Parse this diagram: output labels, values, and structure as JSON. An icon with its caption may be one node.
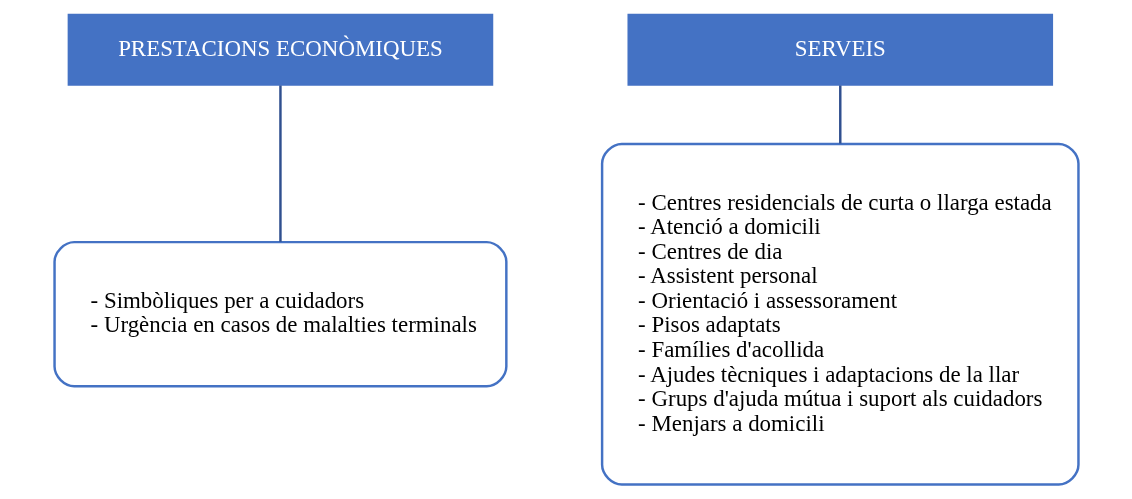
{
  "diagram": {
    "nodes": [
      {
        "text": [
          "PRESTACIONS ECONÒMIQUES"
        ]
      },
      {
        "text": [
          "- Simbòliques per a cuidadors",
          "- Urgència en casos de malalties terminals"
        ]
      },
      {
        "text": [
          "SERVEIS"
        ]
      },
      {
        "text": [
          "- Centres residencials de curta o llarga estada",
          "- Atenció a domicili",
          "- Centres de dia",
          "- Assistent personal",
          "- Orientació i assessorament",
          "- Pisos adaptats",
          "- Famílies d'acollida",
          "- Ajudes tècniques i adaptacions de la llar",
          "- Grups d'ajuda mútua i suport als cuidadors",
          "- Menjars a domicili"
        ]
      }
    ],
    "edges": [
      {
        "from": 0,
        "to": 1,
        "arrow": "none"
      },
      {
        "from": 2,
        "to": 3,
        "arrow": "none"
      }
    ]
  }
}
